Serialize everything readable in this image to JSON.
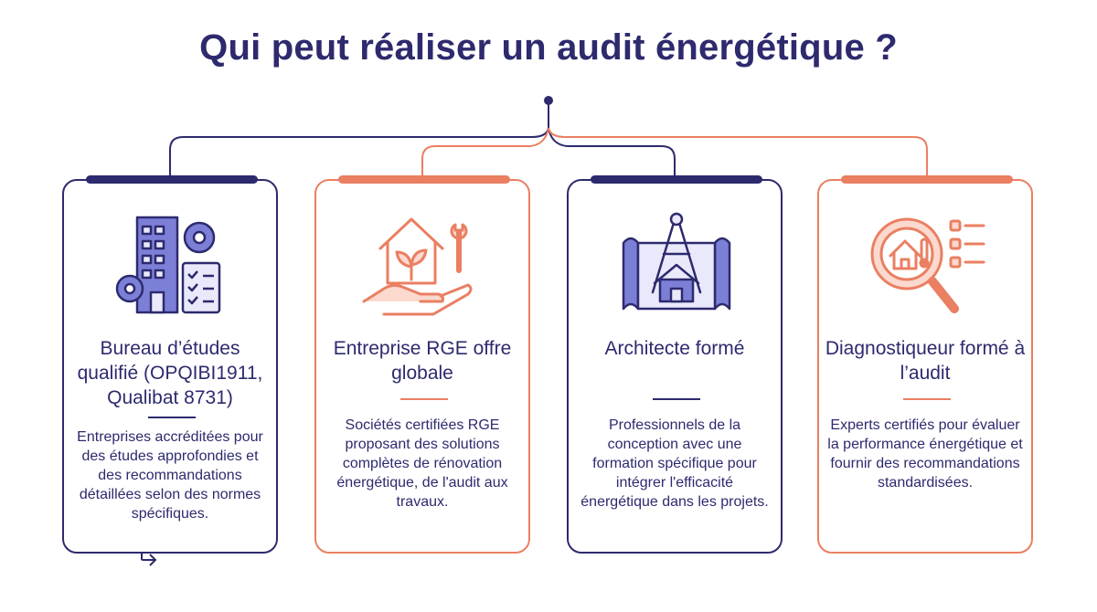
{
  "title": "Qui peut réaliser un audit énergétique ?",
  "colors": {
    "navy": "#2d2a6e",
    "orange": "#ea7f62",
    "lavender": "#7c7fd6",
    "light": "#e9e9fb"
  },
  "cards": [
    {
      "title": "Bureau d’études qualifié (OPQIBI1911, Qualibat 8731)",
      "description": "Entreprises accréditées pour des études approfondies et des recommandations détaillées selon des normes spécifiques.",
      "icon": "office-building-gears-icon",
      "accent": "navy"
    },
    {
      "title": "Entreprise RGE offre globale",
      "description": "Sociétés certifiées RGE proposant des solutions complètes de rénovation énergétique, de l'audit aux travaux.",
      "icon": "hand-house-wrench-icon",
      "accent": "orange"
    },
    {
      "title": "Architecte formé",
      "description": "Professionnels de la conception avec une formation spécifique pour intégrer l'efficacité énergétique dans les projets.",
      "icon": "blueprint-compass-icon",
      "accent": "navy"
    },
    {
      "title": "Diagnostiqueur formé à l’audit",
      "description": "Experts certifiés pour évaluer la performance énergétique et fournir des recommandations standardisées.",
      "icon": "magnifier-house-checklist-icon",
      "accent": "orange"
    }
  ]
}
